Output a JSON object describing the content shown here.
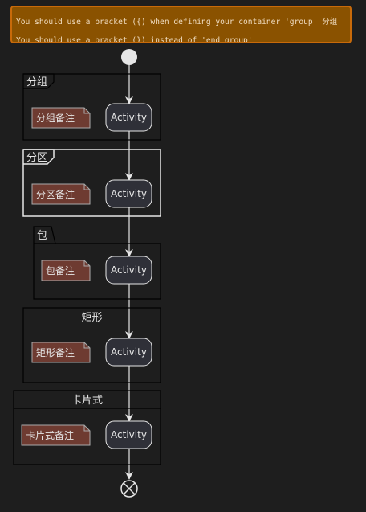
{
  "warning": {
    "lines": [
      "You should use a bracket ({) when defining your container 'group' 分组",
      "You should use a bracket (}) instead of 'end group'"
    ]
  },
  "diagram": {
    "containers": [
      {
        "label": "分组",
        "note": "分组备注",
        "activity": "Activity"
      },
      {
        "label": "分区",
        "note": "分区备注",
        "activity": "Activity"
      },
      {
        "label": "包",
        "note": "包备注",
        "activity": "Activity"
      },
      {
        "label": "矩形",
        "note": "矩形备注",
        "activity": "Activity"
      },
      {
        "label": "卡片式",
        "note": "卡片式备注",
        "activity": "Activity"
      }
    ]
  },
  "colors": {
    "background": "#1e1e1e",
    "warning_fill": "#8a5200",
    "warning_border": "#c86a0a",
    "note_fill": "#6e3b31",
    "activity_fill": "#2f3038",
    "line": "#e6e6e6"
  }
}
